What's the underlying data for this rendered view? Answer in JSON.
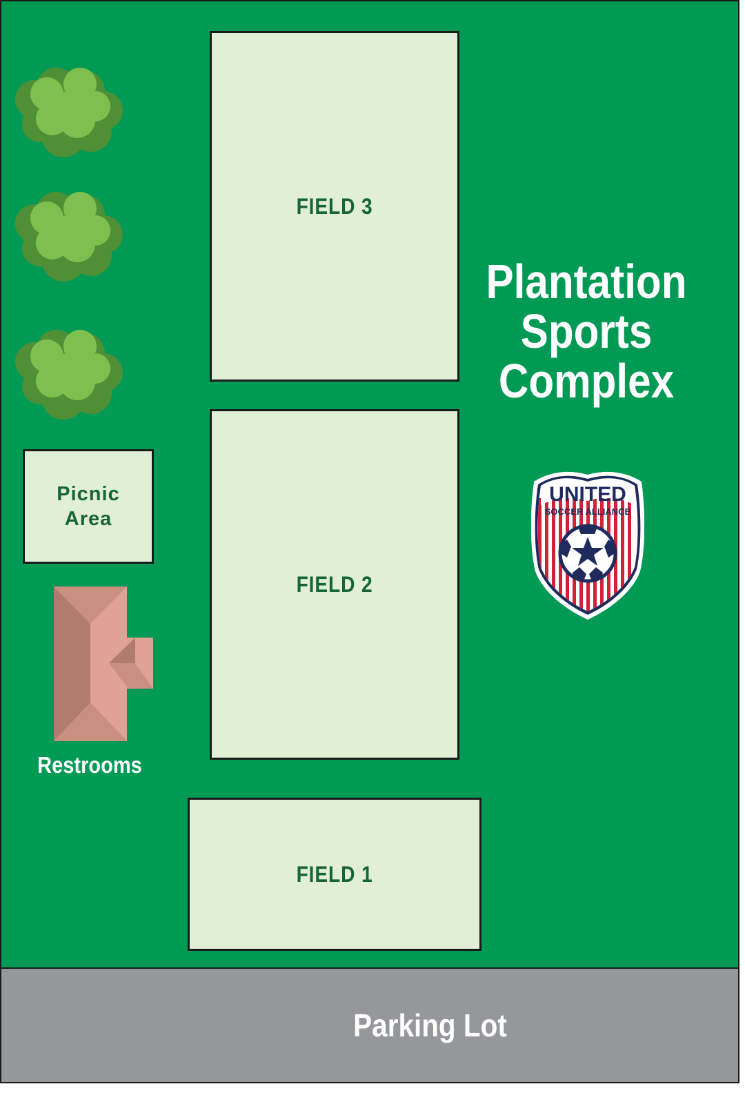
{
  "colors": {
    "grass": "#009a55",
    "field_fill": "#e1efd6",
    "field_text": "#16643a",
    "parking": "#96979a",
    "roof_light": "#e0a294",
    "roof_dark": "#b07b70",
    "tree_light": "#7fbf4f",
    "tree_dark": "#4f8f35",
    "crest_navy": "#1f2b5c",
    "crest_red": "#d0233a"
  },
  "map": {
    "title_lines": [
      "Plantation",
      "Sports",
      "Complex"
    ],
    "fields": [
      {
        "label": "FIELD 3"
      },
      {
        "label": "FIELD 2"
      },
      {
        "label": "FIELD 1"
      }
    ],
    "picnic": {
      "lines": [
        "Picnic",
        "Area"
      ]
    },
    "restrooms": {
      "label": "Restrooms"
    },
    "parking": {
      "label": "Parking Lot"
    },
    "trees": [
      "tree-icon",
      "tree-icon",
      "tree-icon"
    ],
    "logo": {
      "icon": "soccer-ball-icon",
      "lines": [
        "UNITED",
        "SOCCER ALLIANCE"
      ]
    }
  }
}
